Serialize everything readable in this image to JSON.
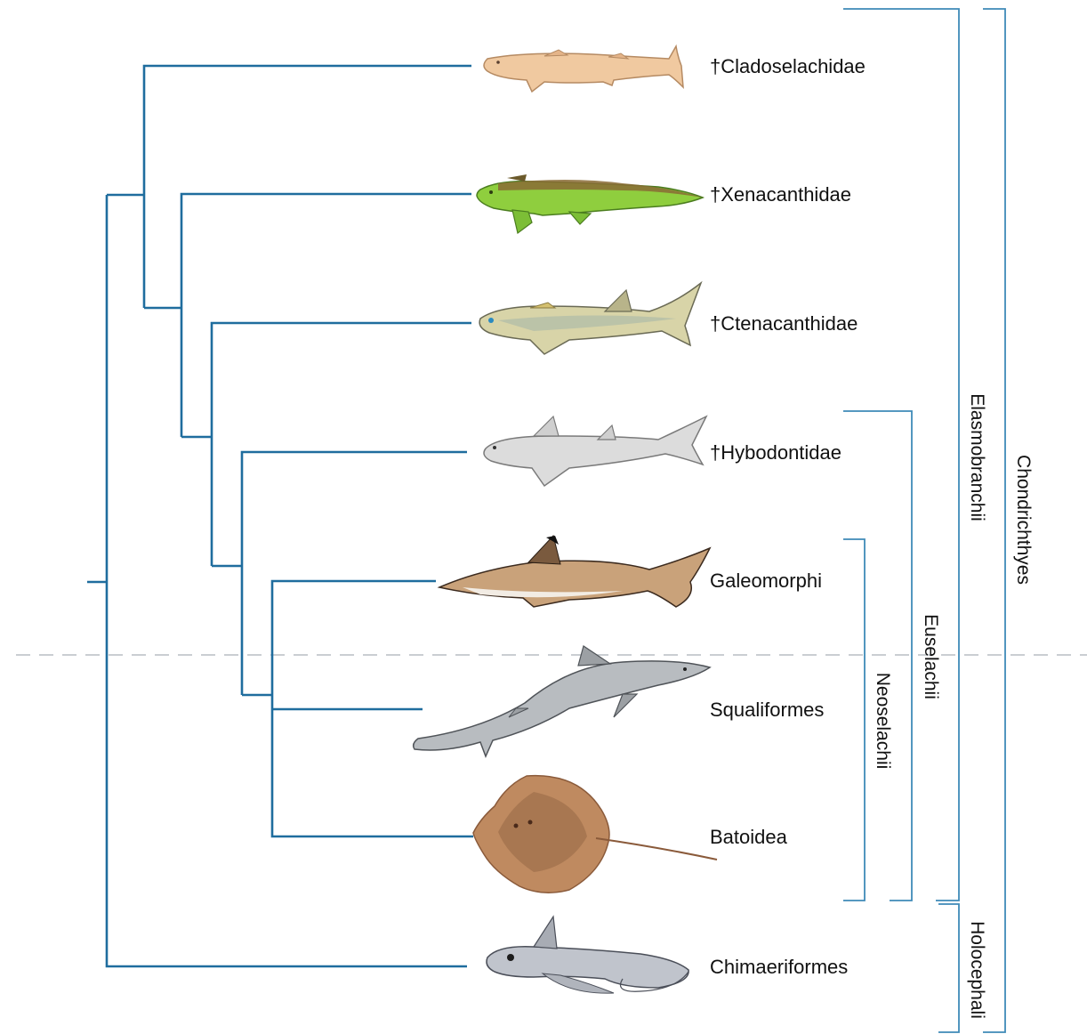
{
  "taxa": [
    {
      "label": "†Cladoselachidae",
      "icon": "cladoselache-shark-icon"
    },
    {
      "label": "†Xenacanthidae",
      "icon": "xenacanth-shark-icon"
    },
    {
      "label": "†Ctenacanthidae",
      "icon": "ctenacanth-shark-icon"
    },
    {
      "label": "†Hybodontidae",
      "icon": "hybodont-shark-icon"
    },
    {
      "label": "Galeomorphi",
      "icon": "blacktip-shark-icon"
    },
    {
      "label": "Squaliformes",
      "icon": "dogfish-shark-icon"
    },
    {
      "label": "Batoidea",
      "icon": "stingray-icon"
    },
    {
      "label": "Chimaeriformes",
      "icon": "chimaera-icon"
    }
  ],
  "clades": {
    "neoselachii": "Neoselachii",
    "euselachii": "Euselachii",
    "elasmobranchii": "Elasmobranchii",
    "holocephali": "Holocephali",
    "chondrichthyes": "Chondrichthyes"
  },
  "colors": {
    "branch": "#1f6d9e",
    "bracket": "#3f8ab8",
    "divider": "#b8bec4"
  }
}
